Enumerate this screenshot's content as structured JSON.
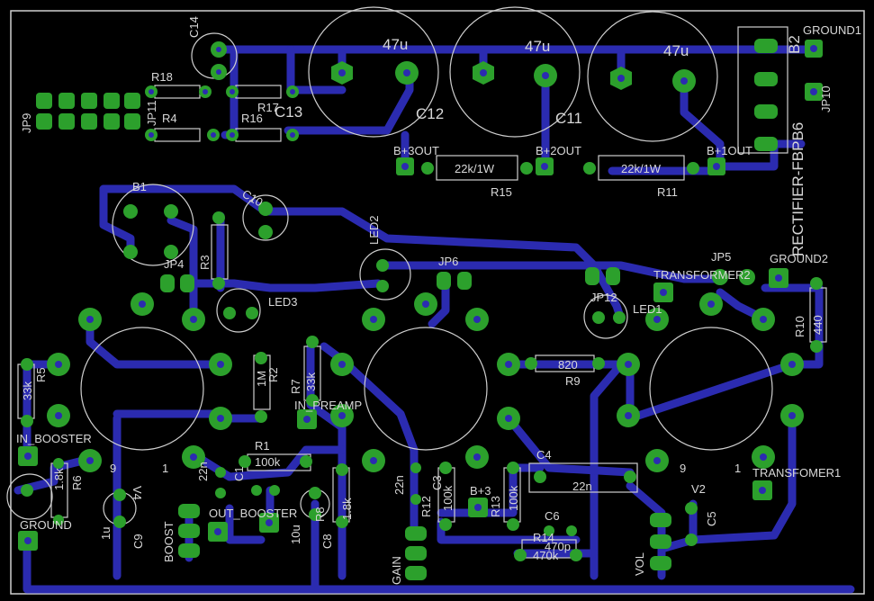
{
  "board": {
    "background": "#000000",
    "trace_color": "#2b2bb0",
    "pad_color": "#2ca02c",
    "silk_color": "#cfcfcf"
  },
  "labels": [
    {
      "id": "c14",
      "text": "C14"
    },
    {
      "id": "r18",
      "text": "R18"
    },
    {
      "id": "jp9",
      "text": "JP9"
    },
    {
      "id": "jp11",
      "text": "JP11"
    },
    {
      "id": "r4",
      "text": "R4"
    },
    {
      "id": "r17",
      "text": "R17"
    },
    {
      "id": "r16",
      "text": "R16"
    },
    {
      "id": "c13",
      "text": "C13"
    },
    {
      "id": "cap1",
      "text": "47u"
    },
    {
      "id": "cap2",
      "text": "47u"
    },
    {
      "id": "cap3",
      "text": "47u"
    },
    {
      "id": "c12",
      "text": "C12"
    },
    {
      "id": "c11",
      "text": "C11"
    },
    {
      "id": "ground1",
      "text": "GROUND1"
    },
    {
      "id": "b2",
      "text": "B2"
    },
    {
      "id": "jp10",
      "text": "JP10"
    },
    {
      "id": "rect",
      "text": "RECTIFIER-FBPB6"
    },
    {
      "id": "b3out",
      "text": "B+3OUT"
    },
    {
      "id": "b2out",
      "text": "B+2OUT"
    },
    {
      "id": "b1out",
      "text": "B+1OUT"
    },
    {
      "id": "r15v",
      "text": "22k/1W"
    },
    {
      "id": "r11v",
      "text": "22k/1W"
    },
    {
      "id": "r15",
      "text": "R15"
    },
    {
      "id": "r11",
      "text": "R11"
    },
    {
      "id": "b1",
      "text": "B1"
    },
    {
      "id": "c10",
      "text": "C10"
    },
    {
      "id": "led2",
      "text": "LED2"
    },
    {
      "id": "jp4",
      "text": "JP4"
    },
    {
      "id": "r3",
      "text": "R3"
    },
    {
      "id": "led3",
      "text": "LED3"
    },
    {
      "id": "jp6",
      "text": "JP6"
    },
    {
      "id": "jp12",
      "text": "JP12"
    },
    {
      "id": "led1",
      "text": "LED1"
    },
    {
      "id": "transformer2",
      "text": "TRANSFORMER2"
    },
    {
      "id": "jp5",
      "text": "JP5"
    },
    {
      "id": "ground2",
      "text": "GROUND2"
    },
    {
      "id": "r10",
      "text": "R10"
    },
    {
      "id": "r10v",
      "text": "440"
    },
    {
      "id": "r5",
      "text": "R5"
    },
    {
      "id": "r5v",
      "text": "33k"
    },
    {
      "id": "r2",
      "text": "R2"
    },
    {
      "id": "r2v",
      "text": "1M"
    },
    {
      "id": "r7",
      "text": "R7"
    },
    {
      "id": "r7v",
      "text": "33k"
    },
    {
      "id": "inpreamp",
      "text": "IN_PREAMP"
    },
    {
      "id": "r9v",
      "text": "820"
    },
    {
      "id": "r9",
      "text": "R9"
    },
    {
      "id": "inbooster",
      "text": "IN_BOOSTER"
    },
    {
      "id": "r1",
      "text": "R1"
    },
    {
      "id": "r1v",
      "text": "100k"
    },
    {
      "id": "v4",
      "text": "V4"
    },
    {
      "id": "t9a",
      "text": "9"
    },
    {
      "id": "t1a",
      "text": "1"
    },
    {
      "id": "r6",
      "text": "R6"
    },
    {
      "id": "r6v",
      "text": "1.8k"
    },
    {
      "id": "c1",
      "text": "C1"
    },
    {
      "id": "c1v",
      "text": "22n"
    },
    {
      "id": "c4",
      "text": "C4"
    },
    {
      "id": "c4v",
      "text": "22n"
    },
    {
      "id": "t9b",
      "text": "9"
    },
    {
      "id": "t1b",
      "text": "1"
    },
    {
      "id": "transformer1",
      "text": "TRANSFOMER1"
    },
    {
      "id": "v2",
      "text": "V2"
    },
    {
      "id": "c5",
      "text": "C5"
    },
    {
      "id": "ground",
      "text": "GROUND"
    },
    {
      "id": "c9",
      "text": "C9"
    },
    {
      "id": "c9v",
      "text": "1u"
    },
    {
      "id": "boost",
      "text": "BOOST"
    },
    {
      "id": "outbooster",
      "text": "OUT_BOOSTER"
    },
    {
      "id": "c8",
      "text": "C8"
    },
    {
      "id": "c8v",
      "text": "10u"
    },
    {
      "id": "r8",
      "text": "R8"
    },
    {
      "id": "r8v",
      "text": "1.8k"
    },
    {
      "id": "c3",
      "text": "C3"
    },
    {
      "id": "c3v",
      "text": "22n"
    },
    {
      "id": "r12",
      "text": "R12"
    },
    {
      "id": "r12v",
      "text": "100k"
    },
    {
      "id": "bplus3",
      "text": "B+3"
    },
    {
      "id": "r13",
      "text": "R13"
    },
    {
      "id": "r13v",
      "text": "100k"
    },
    {
      "id": "c6",
      "text": "C6"
    },
    {
      "id": "c6v",
      "text": "470p"
    },
    {
      "id": "r14",
      "text": "R14"
    },
    {
      "id": "r14v",
      "text": "470k"
    },
    {
      "id": "gain",
      "text": "GAIN"
    },
    {
      "id": "vol",
      "text": "VOL"
    }
  ]
}
